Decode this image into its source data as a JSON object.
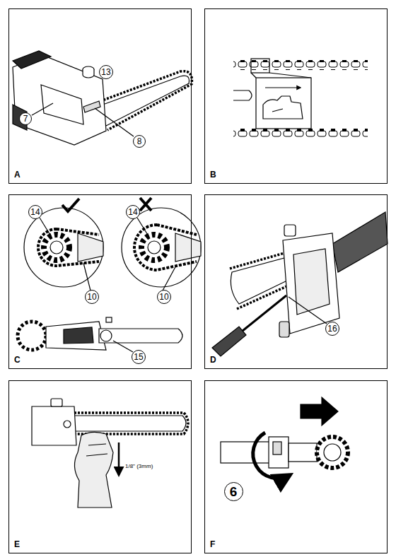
{
  "diagram": {
    "nodes": [
      {
        "text": [
          "A"
        ]
      },
      {
        "text": [
          "13"
        ],
        "in": 0
      },
      {
        "text": [
          "7"
        ],
        "in": 0
      },
      {
        "text": [
          "8"
        ],
        "in": 0
      },
      {
        "text": [
          "B"
        ]
      },
      {
        "text": [
          "C"
        ]
      },
      {
        "text": [
          "14"
        ],
        "in": 5
      },
      {
        "text": [
          "14"
        ],
        "in": 5
      },
      {
        "text": [
          "10"
        ],
        "in": 5
      },
      {
        "text": [
          "10"
        ],
        "in": 5
      },
      {
        "text": [
          "15"
        ],
        "in": 5
      },
      {
        "text": [
          "D"
        ]
      },
      {
        "text": [
          "16"
        ],
        "in": 11
      },
      {
        "text": [
          "E"
        ]
      },
      {
        "text": [
          "F"
        ]
      },
      {
        "text": [
          "6"
        ],
        "in": 14
      }
    ],
    "labels": [
      "1/8\" (3mm)"
    ]
  }
}
